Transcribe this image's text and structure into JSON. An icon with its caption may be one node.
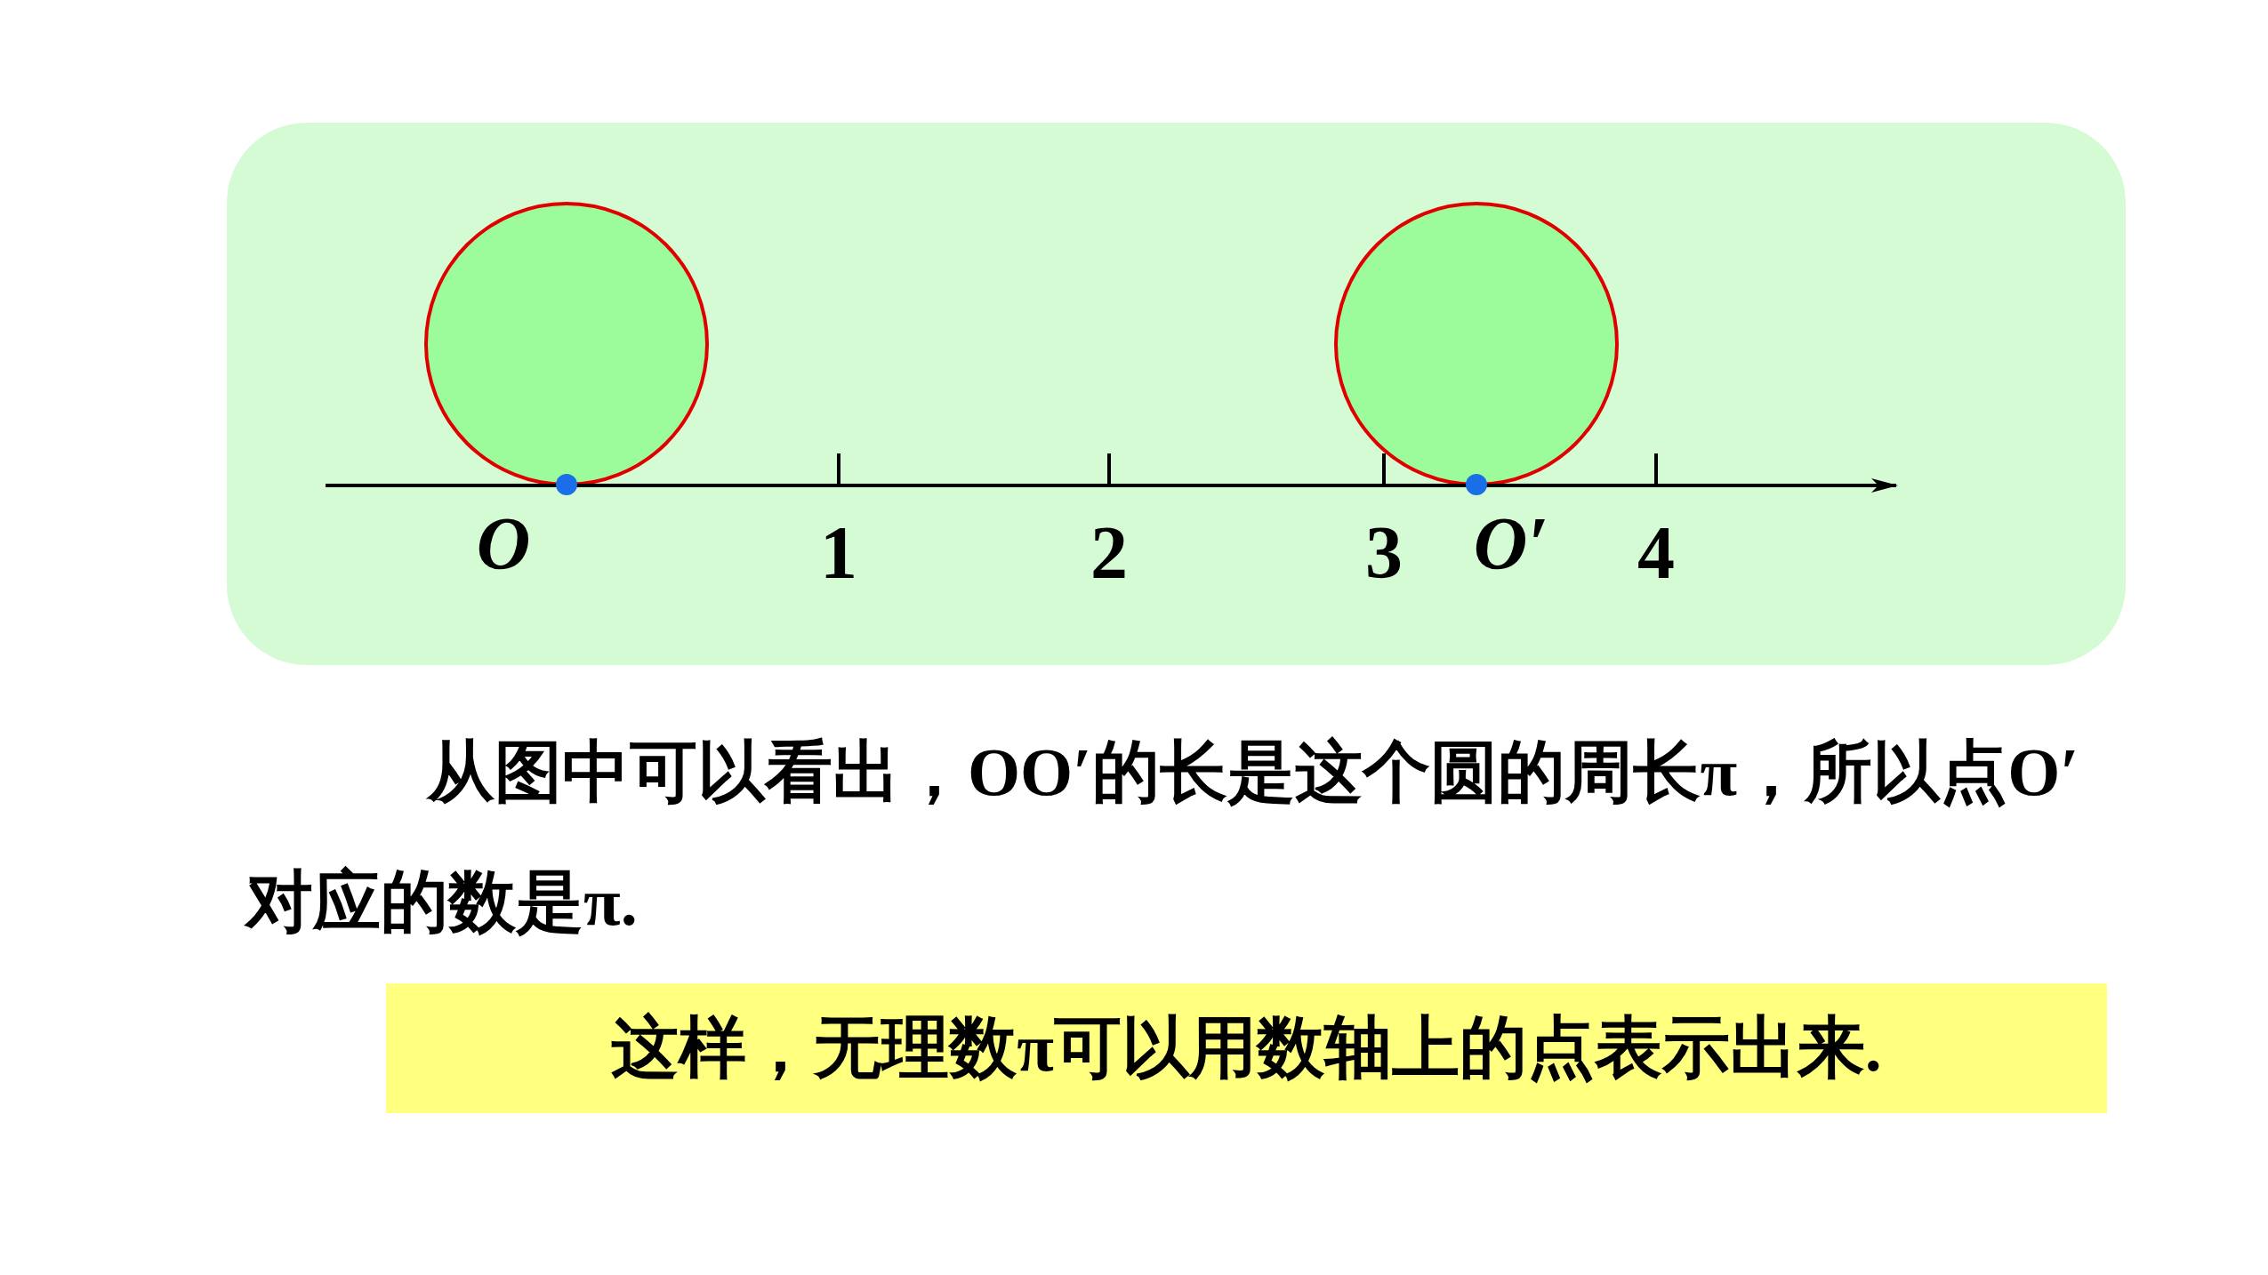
{
  "diagram": {
    "nodes": [
      {
        "text": [
          "这样，无理数π可以用数轴上的点表示出来."
        ]
      }
    ],
    "edges": [],
    "labels": [
      "O",
      "1",
      "2",
      "3",
      "O′",
      "4",
      "从图中可以看出，OO′的长是这个圆的周长π，所以点O′对应的数是π."
    ]
  }
}
